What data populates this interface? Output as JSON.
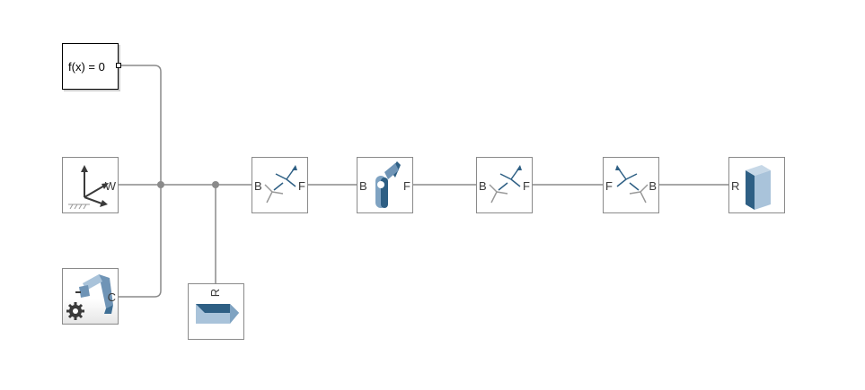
{
  "diagram": {
    "solver_config": {
      "label": "f(x) = 0"
    },
    "world_frame": {
      "port_w": "W"
    },
    "mechanism_config": {
      "port_c": "C"
    },
    "ground_body": {
      "port_r": "R"
    },
    "transform1": {
      "port_b": "B",
      "port_f": "F"
    },
    "revolute_joint": {
      "port_b": "B",
      "port_f": "F"
    },
    "transform2": {
      "port_b": "B",
      "port_f": "F"
    },
    "transform3": {
      "port_f": "F",
      "port_b": "B"
    },
    "end_body": {
      "port_r": "R"
    }
  },
  "colors": {
    "line": "#8a8a8a",
    "junction": "#8a8a8a",
    "accent_dark": "#2e5f84",
    "accent_light": "#a9c3da"
  }
}
